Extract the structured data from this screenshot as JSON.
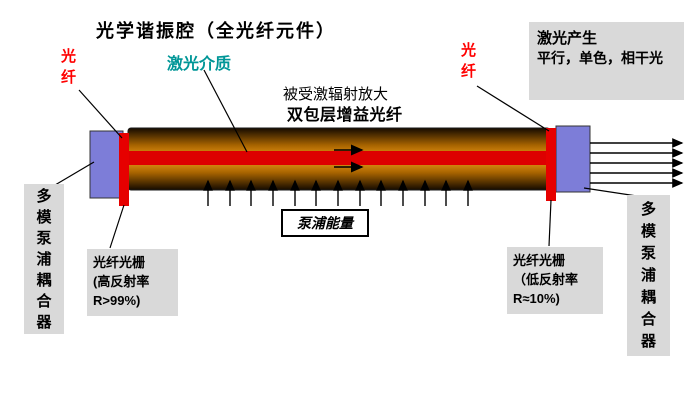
{
  "title": "光学谐振腔（全光纤元件）",
  "labels": {
    "fiber_left": "光\n纤",
    "laser_medium": "激光介质",
    "fiber_right": "光\n纤",
    "amplified": "被受激辐射放大",
    "gain_fiber": "双包层增益光纤",
    "pump_energy": "泵浦能量",
    "output_title": "激光产生",
    "output_desc": "平行，单色，相干光",
    "coupler_left": "多\n模\n泵\n浦\n耦\n合\n器",
    "coupler_right": "多\n模\n泵\n浦\n耦\n合\n器",
    "grating_left": "光纤光栅\n(高反射率\nR>99%)",
    "grating_right": "光纤光栅\n（低反射率\nR≈10%)"
  },
  "icons": {
    "pump_arrows": "up-arrows",
    "laser_output_arrows": "right-arrows",
    "intracavity_arrows": "right-arrows"
  },
  "colors": {
    "red_label": "#ff0000",
    "teal_label": "#009697",
    "gray_box": "#d9d9d9",
    "coupler_blue": "#7d7dd8",
    "grating_red": "#e60000",
    "core_red": "#dd0000",
    "cylinder_orange": "#f29e18"
  }
}
